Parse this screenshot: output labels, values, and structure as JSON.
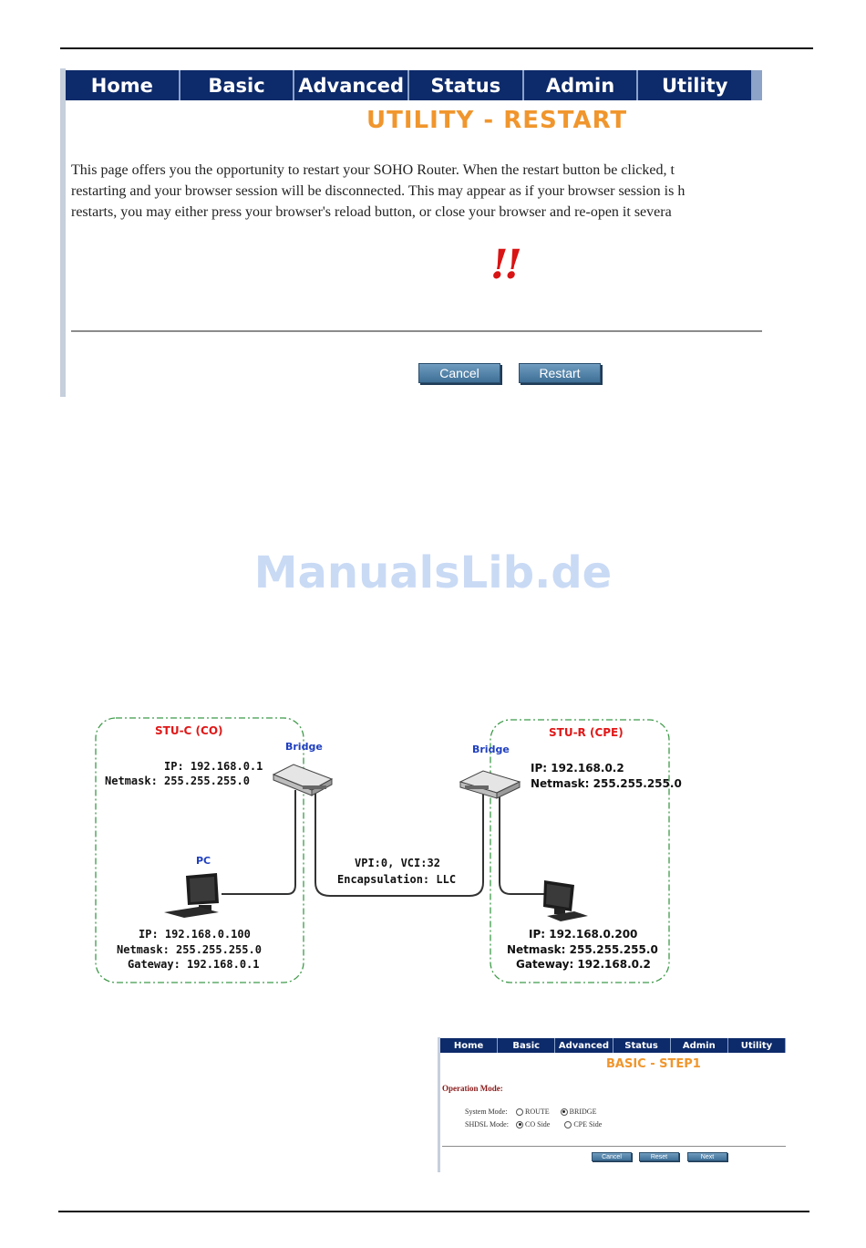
{
  "utility_restart": {
    "nav": [
      "Home",
      "Basic",
      "Advanced",
      "Status",
      "Admin",
      "Utility"
    ],
    "title": "UTILITY - RESTART",
    "description_lines": [
      "This page offers you the opportunity to restart your SOHO Router. When the restart button be clicked, t",
      "restarting and your browser session will be disconnected. This may appear as if your browser session is h",
      "restarts, you may either press your browser's reload button, or close your browser and re-open it severa"
    ],
    "warning_mark": "!!",
    "buttons": {
      "cancel": "Cancel",
      "restart": "Restart"
    }
  },
  "watermark": "ManualsLib.de",
  "diagram": {
    "left_box": {
      "title": "STU-C (CO)",
      "bridge_label": "Bridge",
      "ip": "IP: 192.168.0.1",
      "netmask": "Netmask: 255.255.255.0",
      "pc_label": "PC",
      "pc_ip": "IP: 192.168.0.100",
      "pc_netmask": "Netmask: 255.255.255.0",
      "pc_gateway": "Gateway: 192.168.0.1"
    },
    "right_box": {
      "title": "STU-R (CPE)",
      "bridge_label": "Bridge",
      "ip": "IP: 192.168.0.2",
      "netmask": "Netmask: 255.255.255.0",
      "pc_ip": "IP: 192.168.0.200",
      "pc_netmask": "Netmask: 255.255.255.0",
      "pc_gateway": "Gateway: 192.168.0.2"
    },
    "link": {
      "vpi_vci": "VPI:0, VCI:32",
      "encapsulation": "Encapsulation: LLC"
    }
  },
  "basic_step1": {
    "nav": [
      "Home",
      "Basic",
      "Advanced",
      "Status",
      "Admin",
      "Utility"
    ],
    "title": "BASIC - STEP1",
    "section_label": "Operation Mode:",
    "system_mode": {
      "label": "System Mode:",
      "options": [
        "ROUTE",
        "BRIDGE"
      ],
      "selected": "BRIDGE"
    },
    "shdsl_mode": {
      "label": "SHDSL Mode:",
      "options": [
        "CO Side",
        "CPE Side"
      ],
      "selected": "CO Side"
    },
    "buttons": {
      "cancel": "Cancel",
      "reset": "Reset",
      "next": "Next"
    }
  }
}
